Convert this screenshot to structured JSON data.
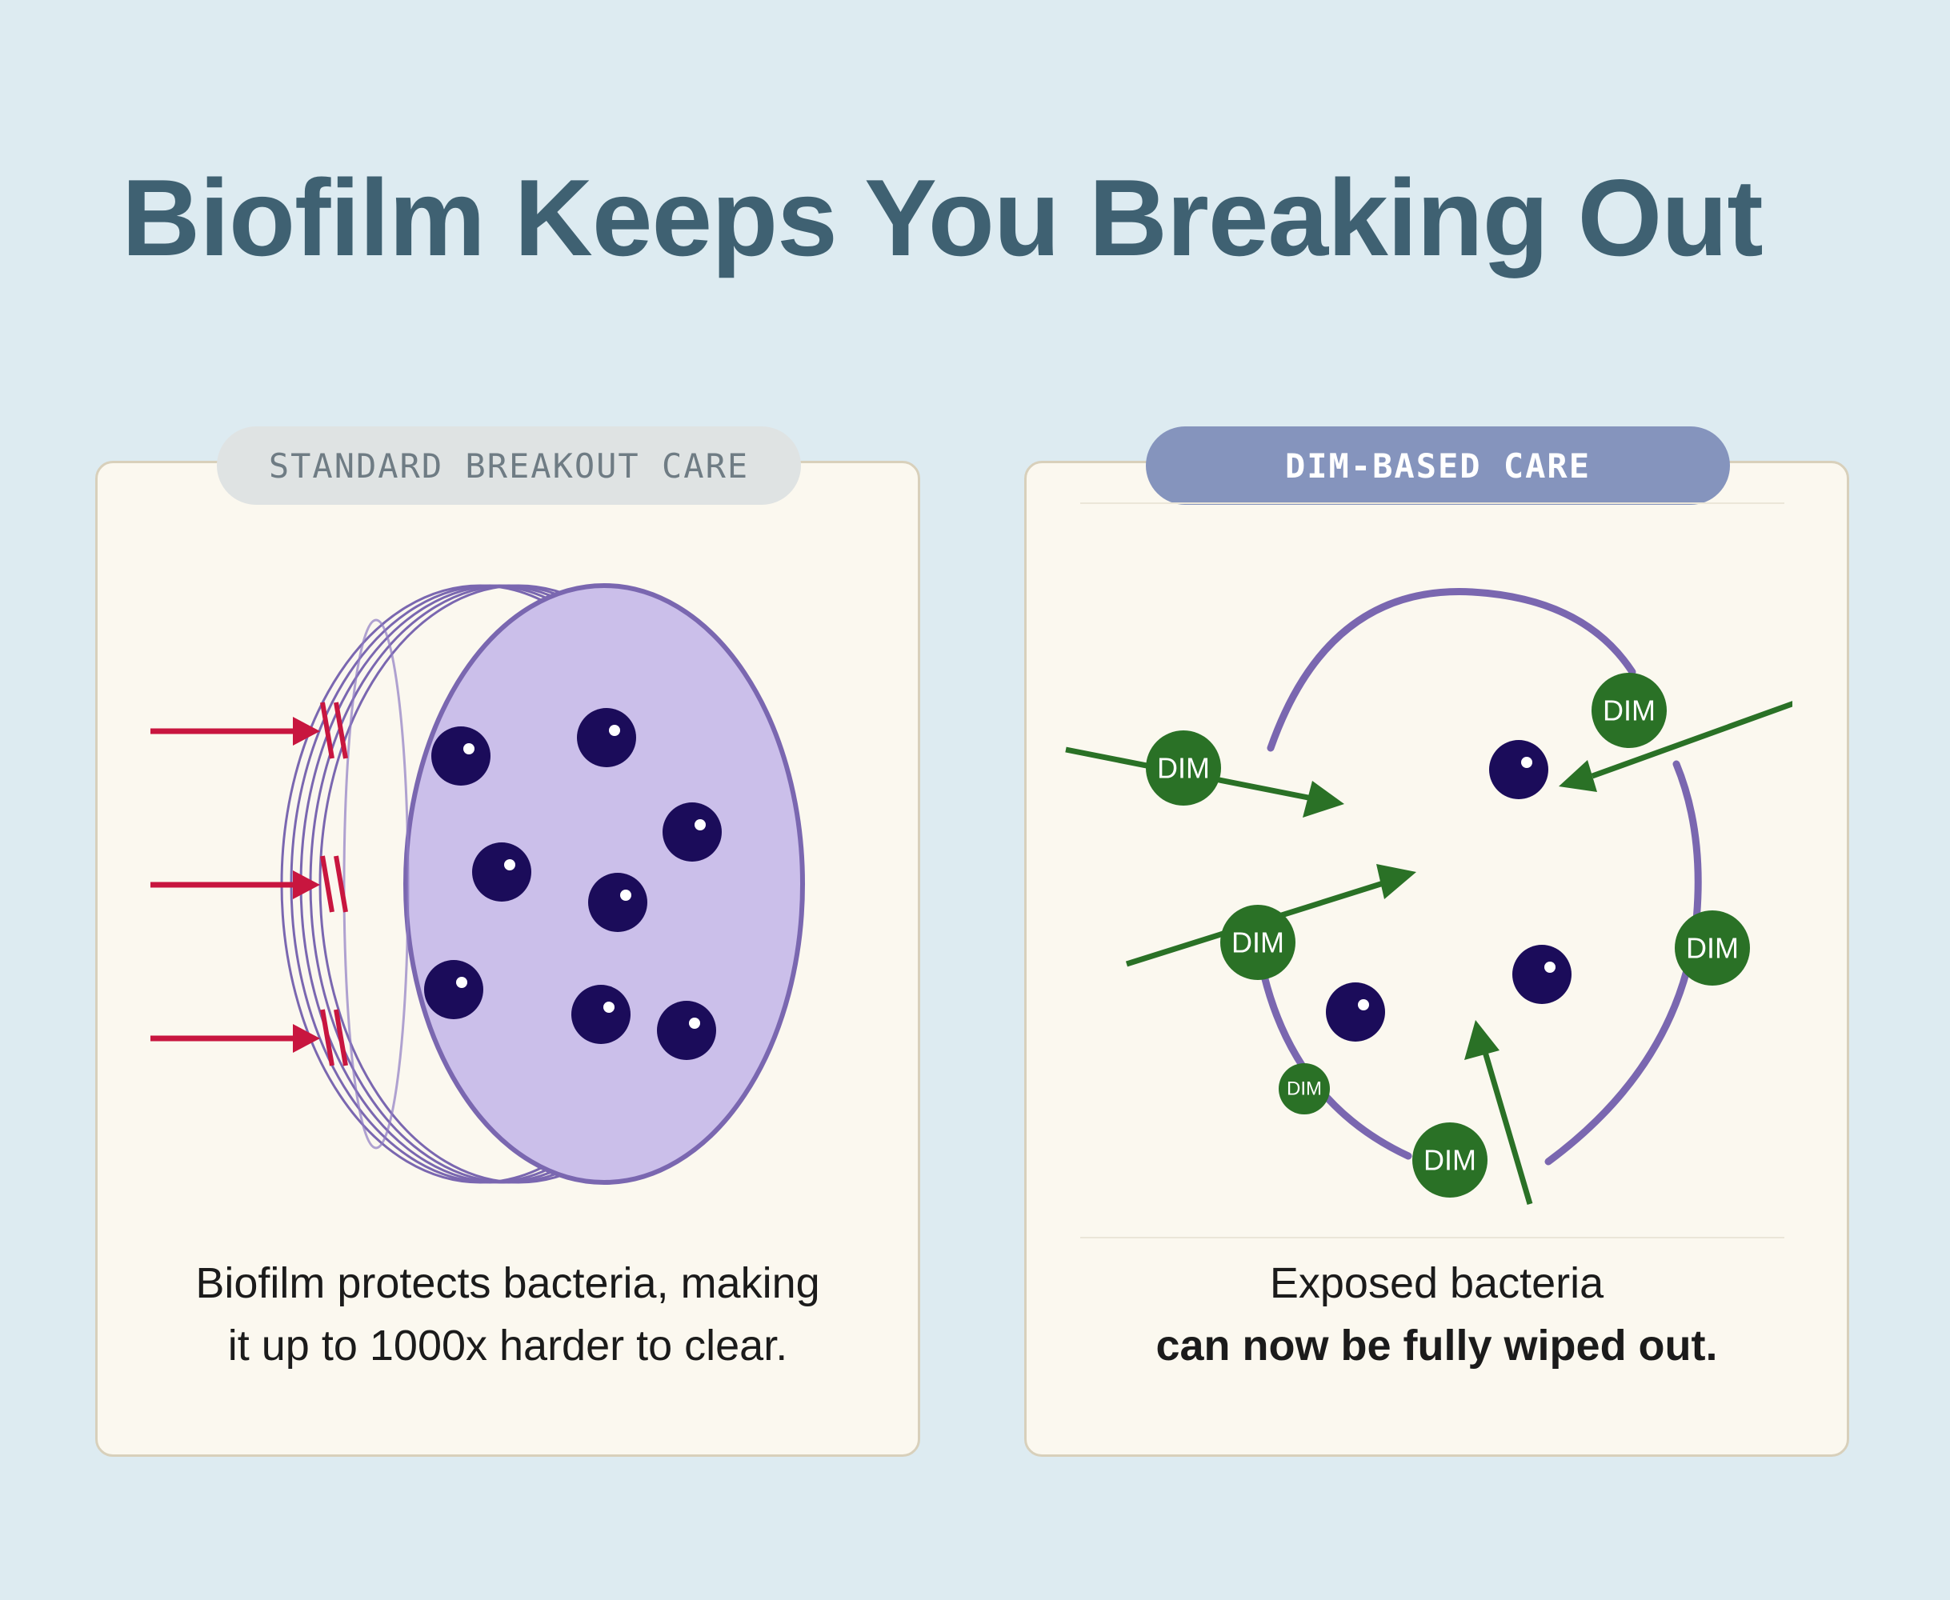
{
  "title": "Biofilm Keeps You Breaking Out",
  "colors": {
    "background": "#ddebf1",
    "title": "#3f6172",
    "panel": "#fbf8ef",
    "biofilm": "#cbbfea",
    "biofilm_outline": "#7a67b0",
    "bacteria": "#1b0c5a",
    "arrow_blocked": "#c8163f",
    "dim_green": "#2a7126"
  },
  "panels": {
    "left": {
      "label": "STANDARD BREAKOUT CARE",
      "caption_line1": "Biofilm protects bacteria, making",
      "caption_line2": "it up to 1000x harder to clear."
    },
    "right": {
      "label": "DIM-BASED CARE",
      "caption_line1": "Exposed bacteria",
      "caption_line2": "can now be fully wiped out.",
      "dim_labels": [
        "DIM",
        "DIM",
        "DIM",
        "DIM",
        "DIM",
        "DIM"
      ]
    }
  }
}
